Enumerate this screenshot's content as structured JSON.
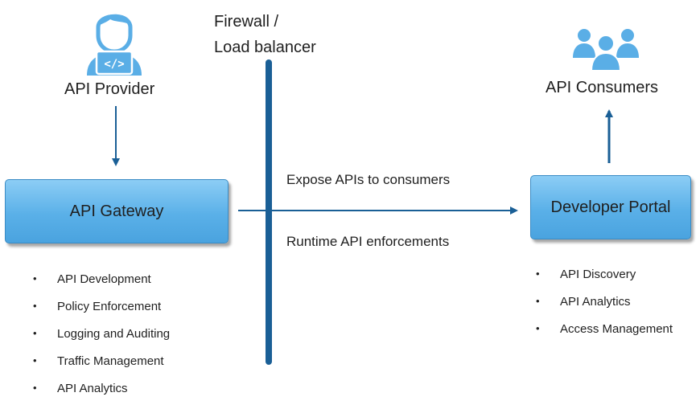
{
  "provider": {
    "label": "API Provider",
    "icon": "developer-laptop-icon"
  },
  "firewall": {
    "line1": "Firewall /",
    "line2": "Load balancer"
  },
  "consumers": {
    "label": "API Consumers",
    "icon": "user-group-icon"
  },
  "gateway": {
    "label": "API Gateway",
    "features": [
      "API Development",
      "Policy Enforcement",
      "Logging and Auditing",
      "Traffic Management",
      "API Analytics"
    ]
  },
  "portal": {
    "label": "Developer Portal",
    "features": [
      "API Discovery",
      "API Analytics",
      "Access Management"
    ]
  },
  "flow": {
    "top_label": "Expose APIs to consumers",
    "bottom_label": "Runtime API enforcements"
  },
  "colors": {
    "icon": "#5aaee6",
    "line": "#1a5f96",
    "box": "#5ab0e8"
  }
}
